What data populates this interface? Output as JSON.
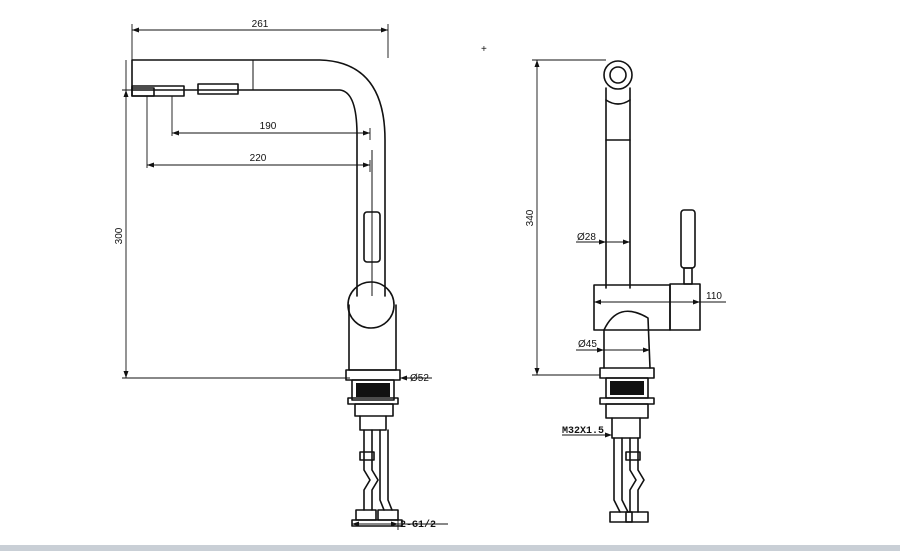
{
  "dimensions": {
    "side_width": "261",
    "reach_inner": "190",
    "reach_outer": "220",
    "side_height": "300",
    "base_dia_side": "Ø52",
    "hose_thread": "2-G1/2",
    "front_height": "340",
    "spout_dia": "Ø28",
    "handle_reach": "110",
    "base_dia_front": "Ø45",
    "shank_thread": "M32X1.5"
  }
}
